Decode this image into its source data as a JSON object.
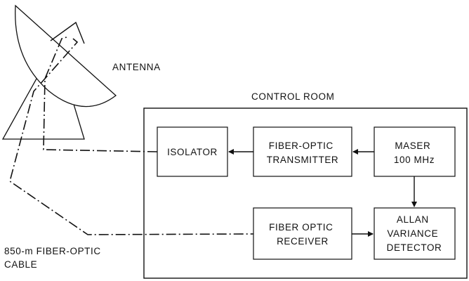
{
  "labels": {
    "antenna": "ANTENNA",
    "control_room": "CONTROL ROOM",
    "cable_line1": "850-m FIBER-OPTIC",
    "cable_line2": "CABLE"
  },
  "blocks": {
    "isolator": {
      "lines": [
        "ISOLATOR"
      ]
    },
    "transmitter": {
      "lines": [
        "FIBER-OPTIC",
        "TRANSMITTER"
      ]
    },
    "maser": {
      "lines": [
        "MASER",
        "100 MHz"
      ]
    },
    "receiver": {
      "lines": [
        "FIBER OPTIC",
        "RECEIVER"
      ]
    },
    "detector": {
      "lines": [
        "ALLAN",
        "VARIANCE",
        "DETECTOR"
      ]
    }
  }
}
